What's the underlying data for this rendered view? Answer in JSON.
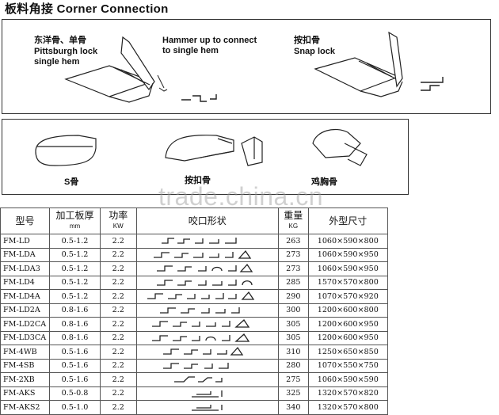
{
  "title": "板料角接   Corner Connection",
  "panel1": {
    "pittsburgh_cn": "东洋骨、单骨",
    "pittsburgh_en1": "Pittsburgh lock",
    "pittsburgh_en2": "single hem",
    "hammer1": "Hammer up to connect",
    "hammer2": "to single hem",
    "snap_cn": "按扣骨",
    "snap_en": "Snap lock"
  },
  "panel2": {
    "s_label": "S骨",
    "press_label": "按扣骨",
    "chicken_label": "鸡胸骨"
  },
  "watermark": "trade.china.cn",
  "table": {
    "headers": {
      "model": "型号",
      "thickness": "加工板厚",
      "thickness_unit": "mm",
      "power": "功率",
      "power_unit": "KW",
      "shape": "咬口形状",
      "weight": "重量",
      "weight_unit": "KG",
      "size": "外型尺寸"
    },
    "rows": [
      {
        "model": "FM-LD",
        "thickness": "0.5-1.2",
        "power": "2.2",
        "weight": "263",
        "size": "1060×590×800"
      },
      {
        "model": "FM-LDA",
        "thickness": "0.5-1.2",
        "power": "2.2",
        "weight": "273",
        "size": "1060×590×950"
      },
      {
        "model": "FM-LDA3",
        "thickness": "0.5-1.2",
        "power": "2.2",
        "weight": "273",
        "size": "1060×590×950"
      },
      {
        "model": "FM-LD4",
        "thickness": "0.5-1.2",
        "power": "2.2",
        "weight": "285",
        "size": "1570×570×800"
      },
      {
        "model": "FM-LD4A",
        "thickness": "0.5-1.2",
        "power": "2.2",
        "weight": "290",
        "size": "1070×570×920"
      },
      {
        "model": "FM-LD2A",
        "thickness": "0.8-1.6",
        "power": "2.2",
        "weight": "300",
        "size": "1200×600×800"
      },
      {
        "model": "FM-LD2CA",
        "thickness": "0.8-1.6",
        "power": "2.2",
        "weight": "305",
        "size": "1200×600×950"
      },
      {
        "model": "FM-LD3CA",
        "thickness": "0.8-1.6",
        "power": "2.2",
        "weight": "305",
        "size": "1200×600×950"
      },
      {
        "model": "FM-4WB",
        "thickness": "0.5-1.6",
        "power": "2.2",
        "weight": "310",
        "size": "1250×650×850"
      },
      {
        "model": "FM-4SB",
        "thickness": "0.5-1.6",
        "power": "2.2",
        "weight": "280",
        "size": "1070×550×750"
      },
      {
        "model": "FM-2XB",
        "thickness": "0.5-1.6",
        "power": "2.2",
        "weight": "275",
        "size": "1060×590×590"
      },
      {
        "model": "FM-AKS",
        "thickness": "0.5-0.8",
        "power": "2.2",
        "weight": "325",
        "size": "1320×570×820"
      },
      {
        "model": "FM-AKS2",
        "thickness": "0.5-1.0",
        "power": "2.2",
        "weight": "340",
        "size": "1320×570×800"
      }
    ]
  }
}
